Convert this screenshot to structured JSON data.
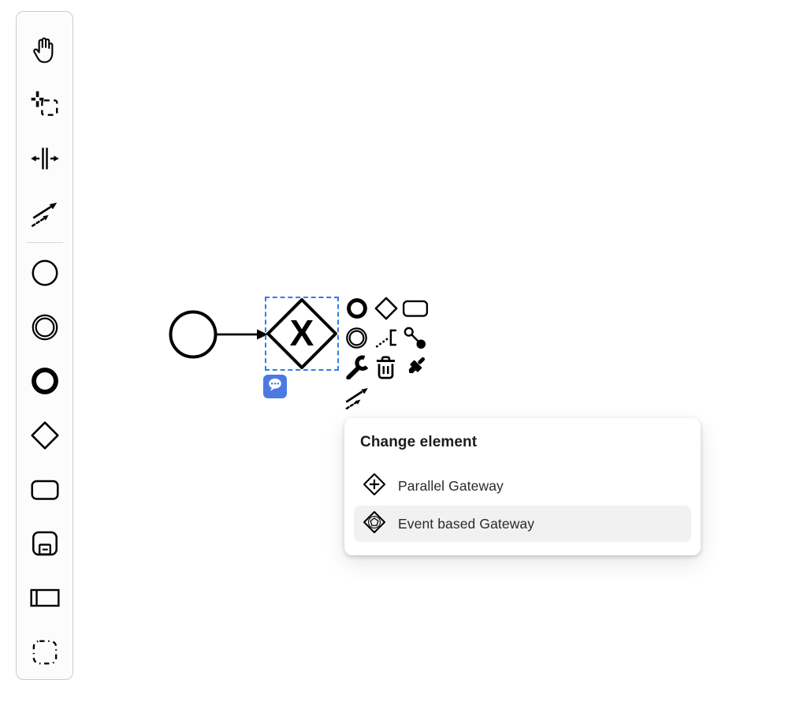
{
  "palette": {
    "tools": [
      {
        "label": "Activate hand tool",
        "icon": "hand-icon"
      },
      {
        "label": "Activate lasso tool",
        "icon": "lasso-icon"
      },
      {
        "label": "Activate space tool",
        "icon": "space-tool-icon"
      },
      {
        "label": "Activate global connect tool",
        "icon": "global-connect-icon"
      }
    ],
    "elements": [
      {
        "label": "Create start event",
        "icon": "start-event-icon"
      },
      {
        "label": "Create intermediate event",
        "icon": "intermediate-event-icon"
      },
      {
        "label": "Create end event",
        "icon": "end-event-icon"
      },
      {
        "label": "Create gateway",
        "icon": "gateway-icon"
      },
      {
        "label": "Create task",
        "icon": "task-icon"
      },
      {
        "label": "Create subprocess",
        "icon": "subprocess-icon"
      },
      {
        "label": "Create pool participant",
        "icon": "participant-icon"
      },
      {
        "label": "Create group",
        "icon": "group-icon"
      }
    ]
  },
  "canvas": {
    "start_event": {
      "shape": "circle"
    },
    "sequence_flow": {
      "shape": "arrow"
    },
    "gateway": {
      "marker": "X",
      "type": "exclusive-gateway",
      "selected": true
    },
    "comment_badge": {
      "icon": "comment-bubble-icon"
    }
  },
  "context_pad": {
    "items": [
      {
        "name": "append-end-event",
        "icon": "end-event-icon"
      },
      {
        "name": "append-gateway",
        "icon": "gateway-icon"
      },
      {
        "name": "append-task",
        "icon": "task-icon"
      },
      {
        "name": "append-intermediate-event",
        "icon": "intermediate-event-icon"
      },
      {
        "name": "append-text-annotation",
        "icon": "text-annotation-icon"
      },
      {
        "name": "connect-using-association",
        "icon": "connection-icon"
      },
      {
        "name": "change-type",
        "icon": "wrench-icon"
      },
      {
        "name": "delete",
        "icon": "trash-icon"
      },
      {
        "name": "set-color",
        "icon": "paintbrush-icon"
      },
      {
        "name": "connect-using-sequence-flow",
        "icon": "connection-multi-icon"
      }
    ]
  },
  "popup": {
    "title": "Change element",
    "items": [
      {
        "label": "Parallel Gateway",
        "icon": "parallel-gateway-icon",
        "selected": false
      },
      {
        "label": "Event based Gateway",
        "icon": "event-based-gateway-icon",
        "selected": true
      }
    ]
  },
  "colors": {
    "selection_outline": "#2e7cf0",
    "comment_badge": "#4c7ae2",
    "popup_highlight": "#f1f1f2",
    "stroke": "#000000",
    "palette_background": "#fcfcfc",
    "palette_border": "#cccccc"
  }
}
